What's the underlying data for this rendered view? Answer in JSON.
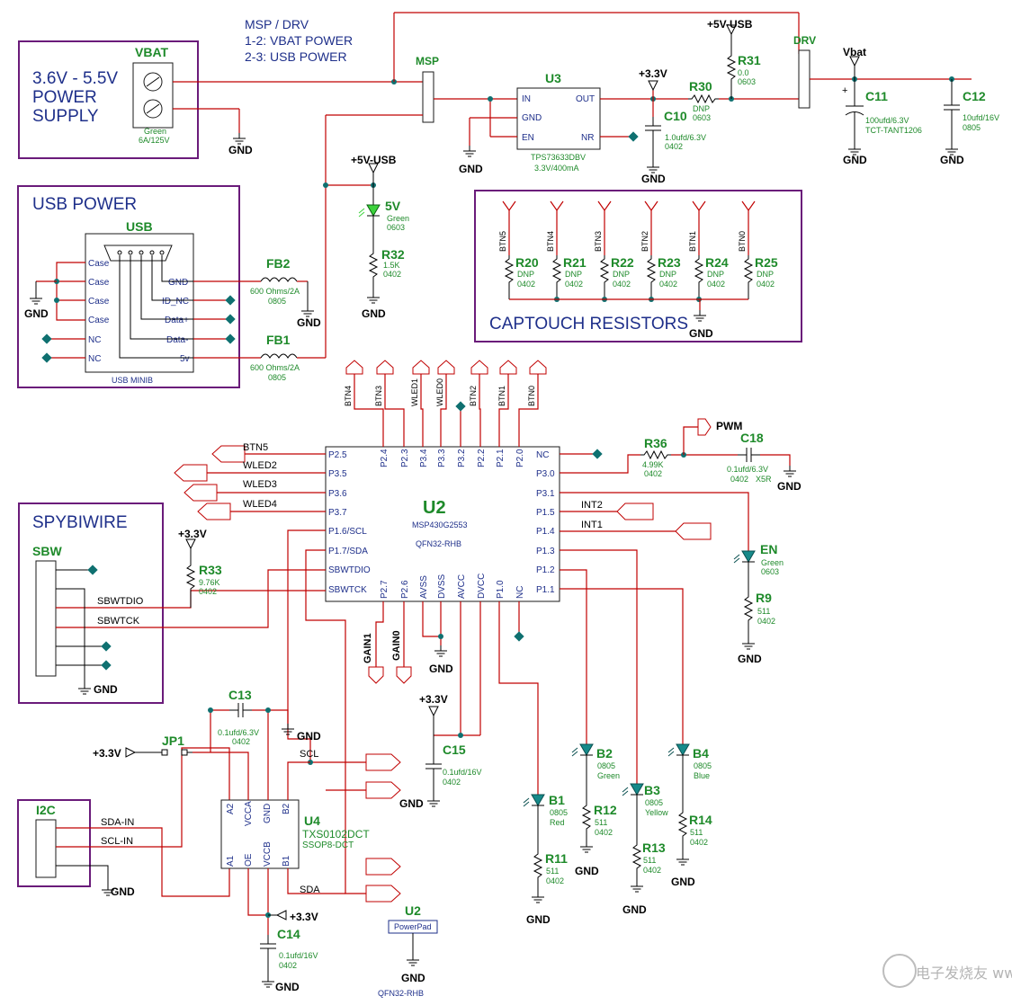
{
  "notes": {
    "msp_drv": "MSP / DRV",
    "jumper_12": "1-2: VBAT POWER",
    "jumper_23": "2-3: USB POWER"
  },
  "blocks": {
    "power_supply": "3.6V - 5.5V\nPOWER\nSUPPLY",
    "usb_power": "USB POWER",
    "captouch": "CAPTOUCH RESISTORS",
    "spybiwire": "SPYBIWIRE"
  },
  "nets": {
    "gnd": "GND",
    "v33": "+3.3V",
    "v5usb": "+5V-USB",
    "vbat": "Vbat",
    "pwm": "PWM",
    "btn5": "BTN5",
    "btn4": "BTN4",
    "btn3": "BTN3",
    "btn2": "BTN2",
    "btn1": "BTN1",
    "btn0": "BTN0",
    "wled0": "WLED0",
    "wled1": "WLED1",
    "wled2": "WLED2",
    "wled3": "WLED3",
    "wled4": "WLED4",
    "int1": "INT1",
    "int2": "INT2",
    "gain0": "GAIN0",
    "gain1": "GAIN1",
    "sbwtdio": "SBWTDIO",
    "sbwtck": "SBWTCK",
    "scl": "SCL",
    "sda": "SDA",
    "sda_in": "SDA-IN",
    "scl_in": "SCL-IN"
  },
  "vbat_conn": {
    "ref": "VBAT",
    "value": "Green",
    "rating": "6A/125V"
  },
  "msp_jumper": {
    "ref": "MSP"
  },
  "drv_jumper": {
    "ref": "DRV"
  },
  "u3": {
    "ref": "U3",
    "part": "TPS73633DBV",
    "rating": "3.3V/400mA",
    "pin_in": "IN",
    "pin_gnd": "GND",
    "pin_en": "EN",
    "pin_out": "OUT",
    "pin_nr": "NR"
  },
  "usb": {
    "ref": "USB",
    "footprint": "USB MINIB",
    "pins_left": [
      "Case",
      "Case",
      "Case",
      "Case",
      "NC",
      "NC"
    ],
    "pins_right": [
      "GND",
      "ID_NC",
      "Data+",
      "Data-",
      "5v"
    ]
  },
  "fb1": {
    "ref": "FB1",
    "value": "600 Ohms/2A",
    "pkg": "0805"
  },
  "fb2": {
    "ref": "FB2",
    "value": "600 Ohms/2A",
    "pkg": "0805"
  },
  "led_5v": {
    "ref": "5V",
    "value": "Green",
    "pkg": "0603"
  },
  "r32": {
    "ref": "R32",
    "value": "1.5K",
    "pkg": "0402"
  },
  "r30": {
    "ref": "R30",
    "value": "DNP",
    "pkg": "0603"
  },
  "r31": {
    "ref": "R31",
    "value": "0.0",
    "pkg": "0603"
  },
  "c10": {
    "ref": "C10",
    "value": "1.0ufd/6.3V",
    "pkg": "0402"
  },
  "c11": {
    "ref": "C11",
    "value": "100ufd/6.3V",
    "pkg": "TCT-TANT1206"
  },
  "c12": {
    "ref": "C12",
    "value": "10ufd/16V",
    "pkg": "0805"
  },
  "captouch_res": [
    {
      "ref": "R20",
      "value": "DNP",
      "pkg": "0402",
      "net": "BTN5"
    },
    {
      "ref": "R21",
      "value": "DNP",
      "pkg": "0402",
      "net": "BTN4"
    },
    {
      "ref": "R22",
      "value": "DNP",
      "pkg": "0402",
      "net": "BTN3"
    },
    {
      "ref": "R23",
      "value": "DNP",
      "pkg": "0402",
      "net": "BTN2"
    },
    {
      "ref": "R24",
      "value": "DNP",
      "pkg": "0402",
      "net": "BTN1"
    },
    {
      "ref": "R25",
      "value": "DNP",
      "pkg": "0402",
      "net": "BTN0"
    }
  ],
  "u2": {
    "ref": "U2",
    "part": "MSP430G2553",
    "pkg": "QFN32-RHB",
    "pins_top": [
      "P2.4",
      "P2.3",
      "P3.4",
      "P3.3",
      "P3.2",
      "P2.2",
      "P2.1",
      "P2.0"
    ],
    "pins_left": [
      "P2.5",
      "P3.5",
      "P3.6",
      "P3.7",
      "P1.6/SCL",
      "P1.7/SDA",
      "SBWTDIO",
      "SBWTCK"
    ],
    "pins_right": [
      "NC",
      "P3.0",
      "P3.1",
      "P1.5",
      "P1.4",
      "P1.3",
      "P1.2",
      "P1.1"
    ],
    "pins_bottom": [
      "P2.7",
      "P2.6",
      "AVSS",
      "DVSS",
      "AVCC",
      "DVCC",
      "P1.0",
      "NC"
    ],
    "powerpad": "PowerPad"
  },
  "r36": {
    "ref": "R36",
    "value": "4.99K",
    "pkg": "0402"
  },
  "c18": {
    "ref": "C18",
    "value": "0.1ufd/6.3V",
    "pkg": "0402",
    "dielectric": "X5R"
  },
  "led_en": {
    "ref": "EN",
    "value": "Green",
    "pkg": "0603"
  },
  "r9": {
    "ref": "R9",
    "value": "511",
    "pkg": "0402"
  },
  "sbw": {
    "ref": "SBW"
  },
  "r33": {
    "ref": "R33",
    "value": "9.76K",
    "pkg": "0402"
  },
  "c13": {
    "ref": "C13",
    "value": "0.1ufd/6.3V",
    "pkg": "0402"
  },
  "jp1": {
    "ref": "JP1"
  },
  "u4": {
    "ref": "U4",
    "part": "TXS0102DCT",
    "pkg": "SSOP8-DCT",
    "pins_top": [
      "A2",
      "VCCA",
      "GND",
      "B2"
    ],
    "pins_bottom": [
      "A1",
      "OE",
      "VCCB",
      "B1"
    ]
  },
  "c14": {
    "ref": "C14",
    "value": "0.1ufd/16V",
    "pkg": "0402"
  },
  "c15": {
    "ref": "C15",
    "value": "0.1ufd/16V",
    "pkg": "0402"
  },
  "i2c": {
    "ref": "I2C"
  },
  "b1": {
    "ref": "B1",
    "pkg": "0805",
    "color": "Red"
  },
  "b2": {
    "ref": "B2",
    "pkg": "0805",
    "color": "Green"
  },
  "b3": {
    "ref": "B3",
    "pkg": "0805",
    "color": "Yellow"
  },
  "b4": {
    "ref": "B4",
    "pkg": "0805",
    "color": "Blue"
  },
  "r11": {
    "ref": "R11",
    "value": "511",
    "pkg": "0402"
  },
  "r12": {
    "ref": "R12",
    "value": "511",
    "pkg": "0402"
  },
  "r13": {
    "ref": "R13",
    "value": "511",
    "pkg": "0402"
  },
  "r14": {
    "ref": "R14",
    "value": "511",
    "pkg": "0402"
  },
  "watermark": "电子发烧友 www.elecfans.com"
}
